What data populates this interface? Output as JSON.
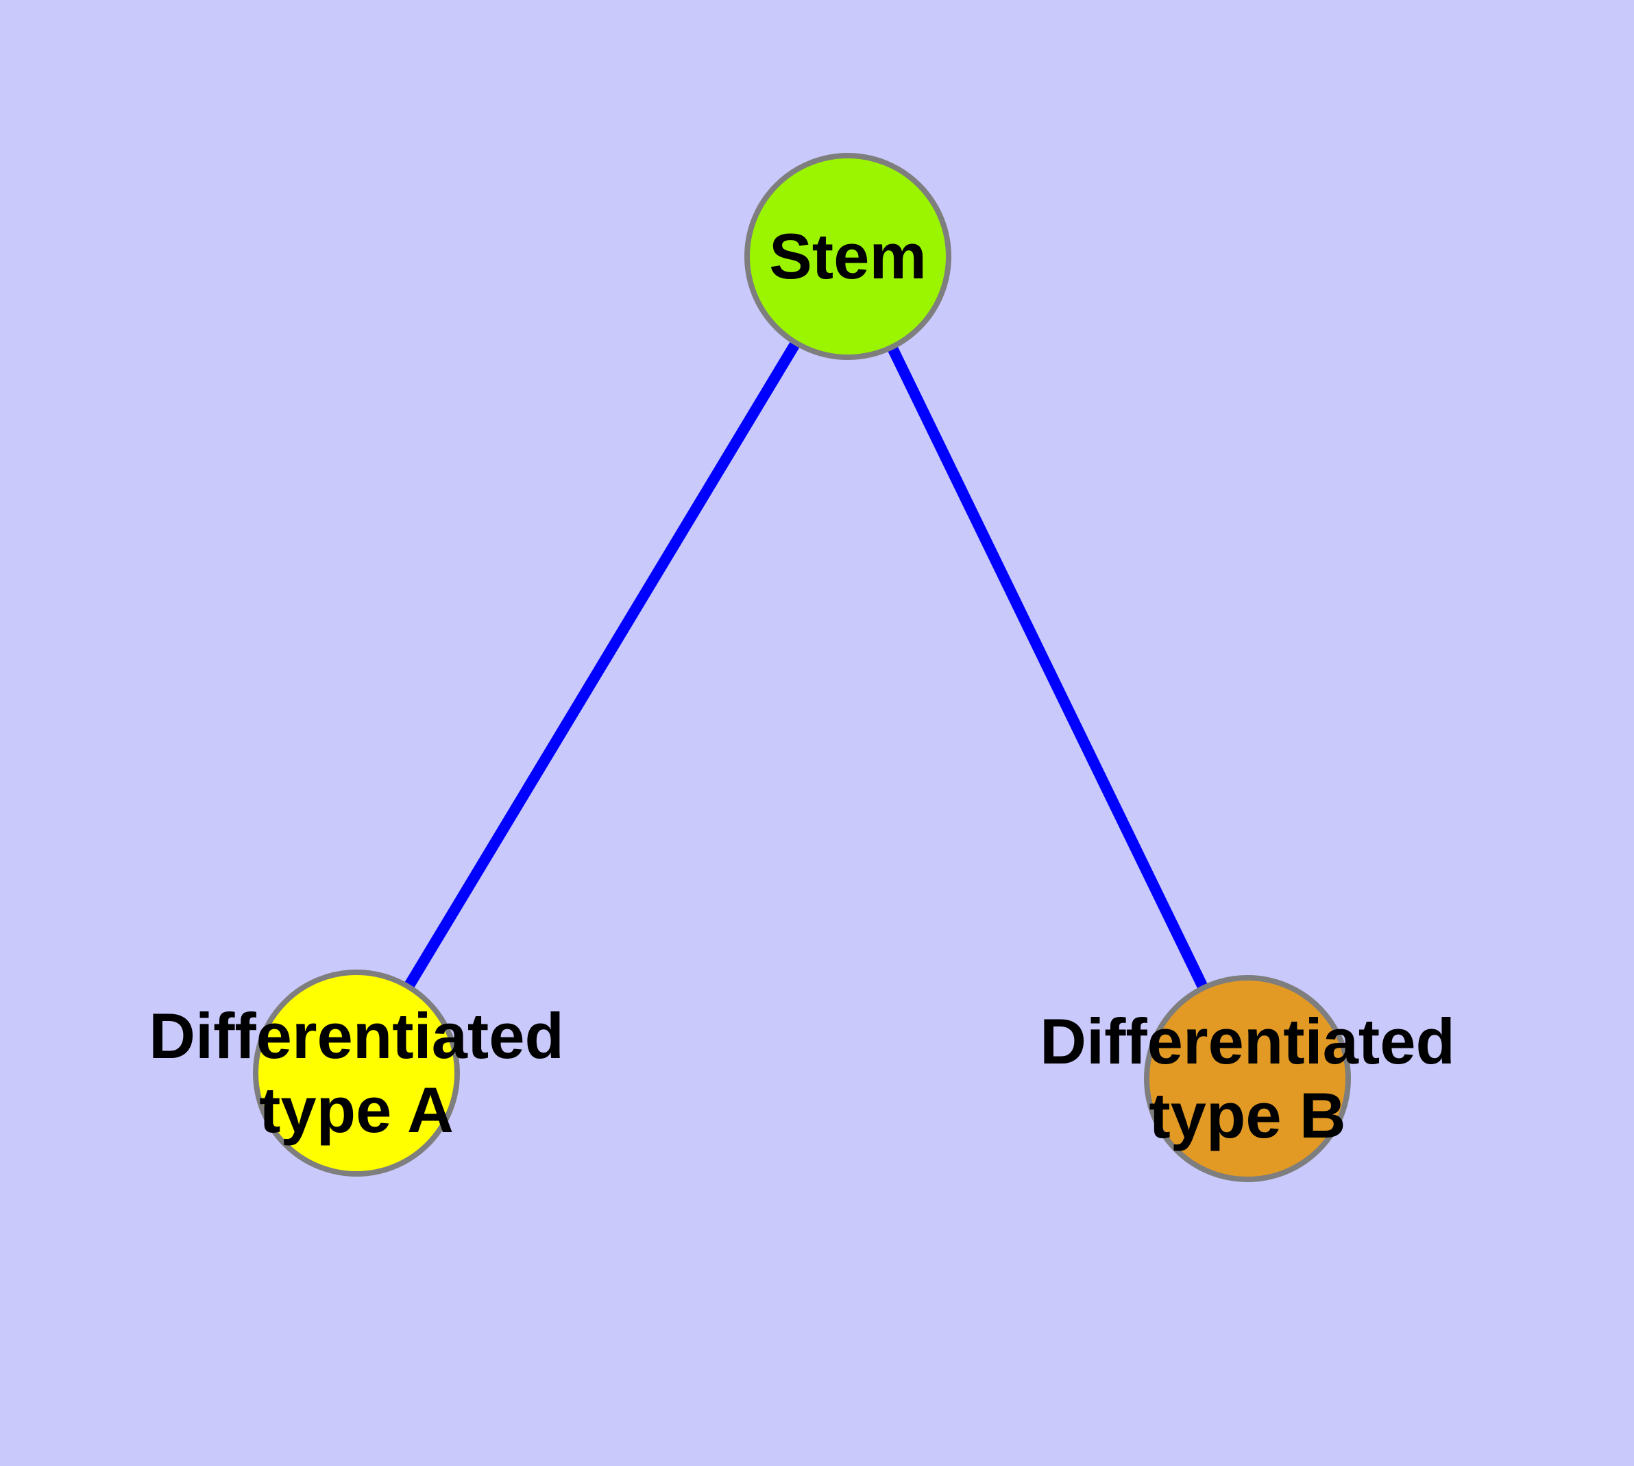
{
  "diagram": {
    "type": "node-link-graph",
    "background_color": "#C9C9FB",
    "edge_color": "#0000FF",
    "node_border_color": "#7E7E7E",
    "label_color": "#000000",
    "nodes": [
      {
        "id": "stem",
        "label": "Stem",
        "fill": "#9BF500"
      },
      {
        "id": "type-a",
        "label": "Differentiated\ntype A",
        "fill": "#FFFF00"
      },
      {
        "id": "type-b",
        "label": "Differentiated\ntype B",
        "fill": "#E29A24"
      }
    ],
    "edges": [
      {
        "from": "Stem",
        "to": "Differentiated type A"
      },
      {
        "from": "Stem",
        "to": "Differentiated type B"
      }
    ]
  }
}
